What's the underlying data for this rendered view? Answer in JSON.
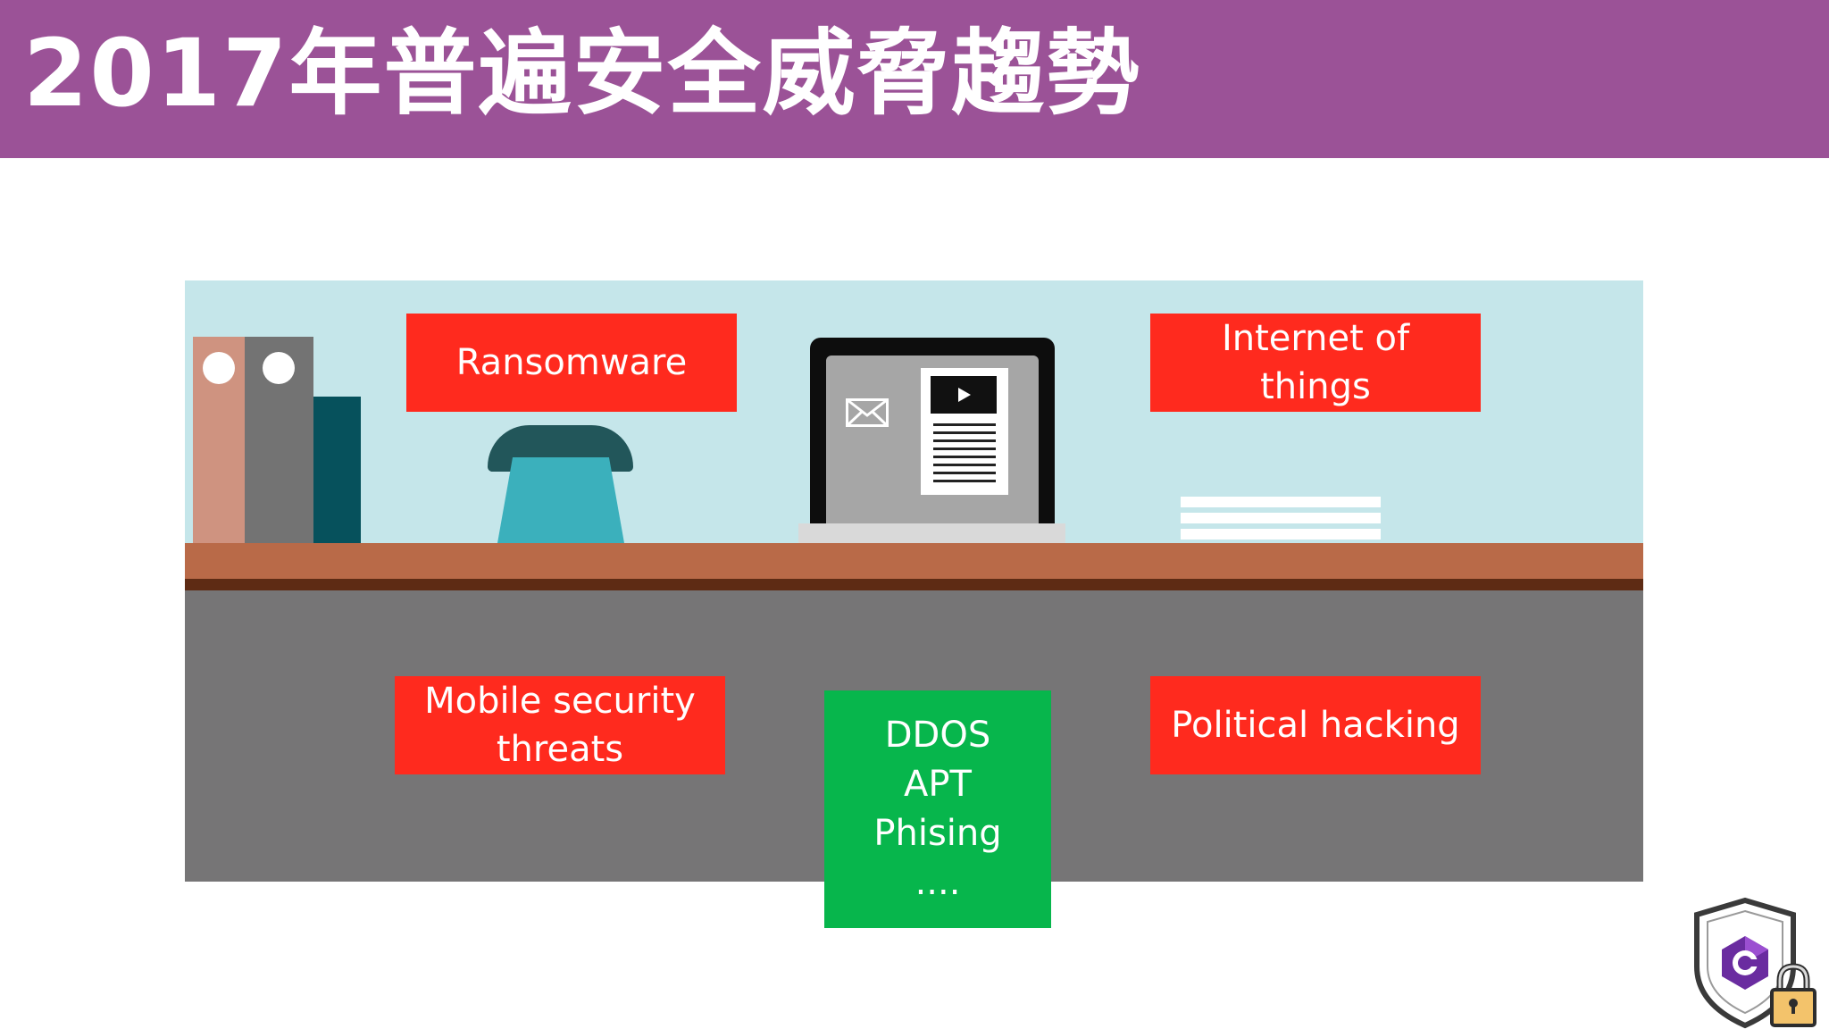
{
  "slide": {
    "title": "2017年普遍安全威脅趨勢"
  },
  "threats": {
    "ransomware": "Ransomware",
    "iot": "Internet of\nthings",
    "mobile": "Mobile security\nthreats",
    "political": "Political hacking",
    "other": "DDOS\nAPT\nPhising\n...."
  },
  "colors": {
    "title_bar": "#9b5297",
    "threat_box": "#ff2a1e",
    "highlight_box": "#07b64c",
    "wall": "#c5e6ea",
    "desk": "#b96a48",
    "desk_front": "#767576"
  },
  "icons": {
    "binders": "binder-icon",
    "phone": "telephone-icon",
    "laptop": "laptop-icon",
    "mail": "envelope-icon",
    "video": "play-icon",
    "papers": "paper-stack-icon",
    "logo": "csharp-security-logo-icon"
  }
}
